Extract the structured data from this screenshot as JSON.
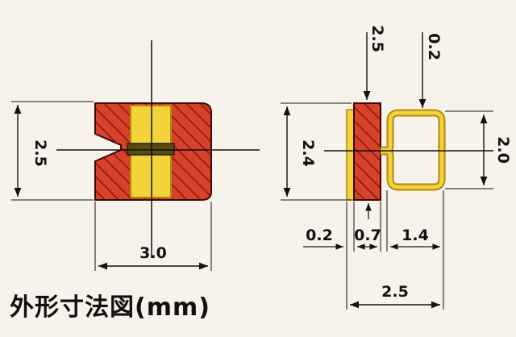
{
  "caption": "外形寸法図(mm)",
  "colors": {
    "body": "#d8412a",
    "hatch": "#7a1a10",
    "gold": "#f3d33a",
    "gold_edge": "#b08a10",
    "line": "#111111",
    "background": "#f7f3ea"
  },
  "front_view": {
    "height_label": "2.5",
    "width_label": "3.0"
  },
  "side_view": {
    "top_left_label": "2.5",
    "top_right_label": "0.2",
    "body_height_label": "2.4",
    "clip_height_label": "2.0",
    "bottom_labels": [
      "0.2",
      "0.7",
      "1.4"
    ],
    "total_width_label": "2.5"
  }
}
